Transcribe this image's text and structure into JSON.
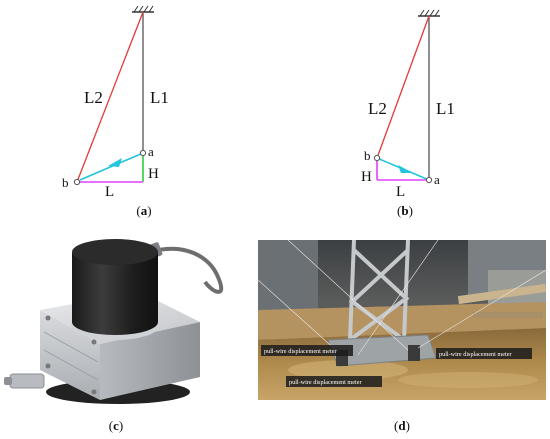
{
  "panels": {
    "a": {
      "label_open": "(",
      "label_letter": "a",
      "label_close": ")",
      "text_L1": "L1",
      "text_L2": "L2",
      "text_L": "L",
      "text_H": "H",
      "text_a": "a",
      "text_b": "b"
    },
    "b": {
      "label_open": "(",
      "label_letter": "b",
      "label_close": ")",
      "text_L1": "L1",
      "text_L2": "L2",
      "text_L": "L",
      "text_H": "H",
      "text_a": "a",
      "text_b": "b"
    },
    "c": {
      "label_open": "(",
      "label_letter": "c",
      "label_close": ")"
    },
    "d": {
      "label_open": "(",
      "label_letter": "d",
      "label_close": ")",
      "annotation_1": "pull-wire displacement meter",
      "annotation_2": "pull-wire displacement meter",
      "annotation_3": "pull-wire displacement meter"
    }
  },
  "colors": {
    "L2_line": "#e53935",
    "L1_line": "#555555",
    "arrow": "#22c4e0",
    "H_line": "#2ecc40",
    "L_line": "#e040fb"
  }
}
